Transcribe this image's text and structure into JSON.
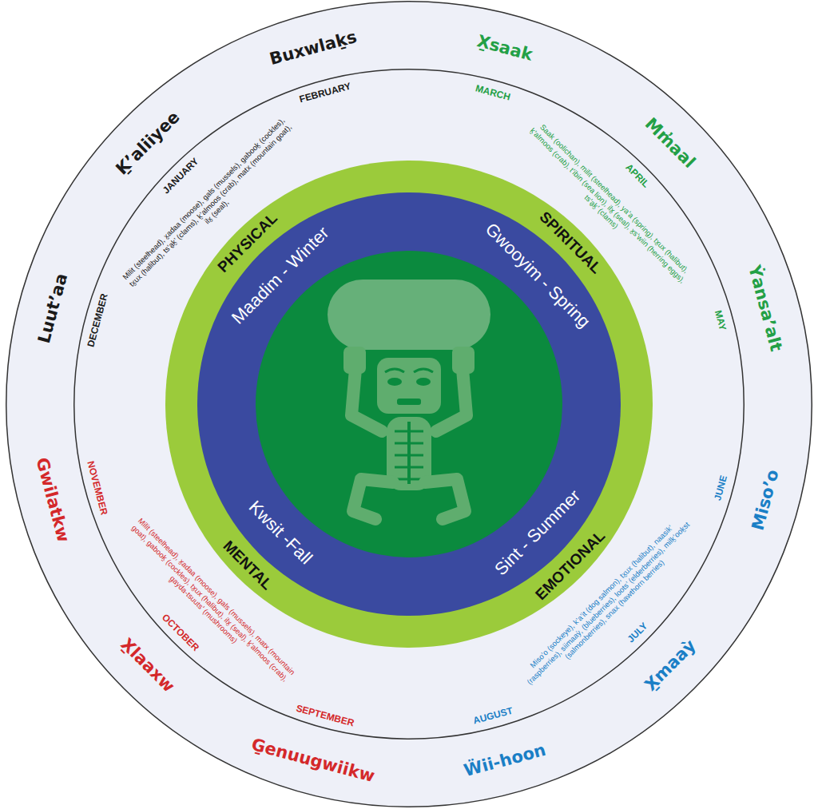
{
  "diagram": {
    "nodes": [
      {
        "text": [
          "Buxwlaḵs",
          "X̱saak",
          "Mm̓aal",
          "Ẏansa’alt",
          "Miso’o",
          "X̱maaỳ",
          "Ẅii-hoon",
          "G̱enuugwiikw",
          "X̱laaxw",
          "Gwilatkw",
          "Luut’aa",
          "Ḵ’aliiyee"
        ]
      },
      {
        "text": [
          "FEBRUARY",
          "MARCH",
          "APRIL",
          "MAY",
          "JUNE",
          "JULY",
          "AUGUST",
          "SEPTEMBER",
          "OCTOBER",
          "NOVEMBER",
          "DECEMBER",
          "JANUARY",
          "Milit (steelhead), x̱adaa (moose), gals (mussels), gabooḵ (cockles), tx̱ux (halibut), ts’a̱ḵ’ (clams), ḵ’almoos (crab), matx (mountain goat), ilx̱ (seal),",
          "Saak (oolichan), milit (steelhead), ya’a (spring), tx̱ux (halibut), ḵ’almoos (crab), t’ibin (sea lion), ilx̱ (seal), x̱s’wiin (herring eggs), ts’a̱ḵ’ (clams)",
          "Miso’o (sockeye), k’a’it (dog salmon), tx̱ux (halibut), naasik’ (raspberries), siimaaỳ, (blueberries), loots’ (elderberries), milḵ’ooḵst (salmonberries), snax (hawthorn berries)",
          "Milit (steelhead), x̱adaa (moose), gals (mussels), matx (mountain goat), gabooḵ (cockles), tx̱ux (halibut), ilx̱ (seal), ḵ’almoos (crab), g̱ayda-tsuuts’ (mushrooms)"
        ],
        "in": 0
      },
      {
        "text": [
          "PHYSICAL",
          "SPIRITUAL",
          "EMOTIONAL",
          "MENTAL"
        ],
        "in": 1
      },
      {
        "text": [
          "Maadim - Winter",
          "Gwooyim - Spring",
          "Sint - Summer",
          "Kwsit -Fall"
        ],
        "in": 2
      }
    ]
  }
}
